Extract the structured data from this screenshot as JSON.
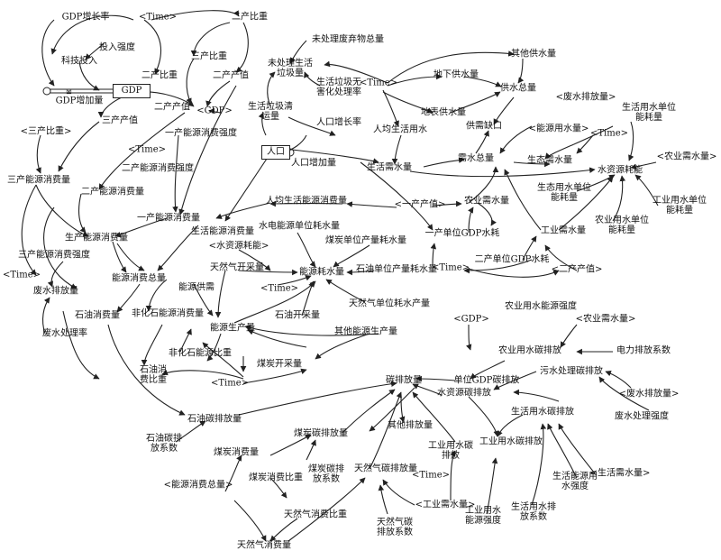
{
  "stocks": {
    "gdp": "GDP",
    "population": "人口"
  },
  "nodes": {
    "gdp_growth_rate": "GDP增长率",
    "time": "<Time>",
    "secondary_share": "二产比重",
    "tech_invest_intensity": "投入强度",
    "tech_invest": "科技投入",
    "gdp_increase": "GDP增加量",
    "secondary_share2": "二产比重",
    "tertiary_share": "三产比重",
    "secondary_value": "二产产值",
    "secondary_output": "二产产值",
    "gdp_ref": "<GDP>",
    "tertiary_value": "三产产值",
    "tertiary_share_ref": "<三产比重>",
    "primary_energy_intensity": "一产能源消费强度",
    "secondary_energy_intensity": "二产能源消费强度",
    "tertiary_energy": "三产能源消费量",
    "secondary_energy": "二产能源消费量",
    "primary_energy": "一产能源消费量",
    "production_energy": "生产能源消费量",
    "tertiary_energy_intensity": "三产能源消费强度",
    "time2": "<Time>",
    "wastewater_discharge": "废水排放量",
    "wastewater_treatment": "废水处理率",
    "unprocessed_waste": "未处理废弃物总量",
    "unprocessed_waste_gen": "未处理生活垃圾量",
    "harmless_rate": "生活垃圾无害化处理率",
    "waste_production": "生活垃圾清运量",
    "population_growth": "人口增长率",
    "population_increase": "人口增加量",
    "time_mid": "<Time>",
    "other_water_supply": "其他供水量",
    "underground_water": "地下供水量",
    "water_supply_total": "供水总量",
    "surface_water": "地表供水量",
    "per_capita_water": "人均生活用水",
    "water_gap": "供需缺口",
    "wastewater_ref": "<废水排放量>",
    "domestic_water_intensity": "生活用水单位能耗量",
    "energy_water_ref": "<能源用水量>",
    "time3": "<Time>",
    "domestic_water": "生活需水量",
    "total_water_demand": "需水总量",
    "ecological_water": "生态需水量",
    "agri_water_ref": "<农业需水量>",
    "water_energy_consumption": "水资源耗能",
    "industrial_water_intensity": "工业用水单位能耗量",
    "primary_value_ref": "<一产产值>",
    "agri_water_demand": "农业需水量",
    "ecological_water_intensity": "生态用水单位能耗量",
    "agri_water_energy_intensity": "农业用水单位能耗量",
    "primary_gdp_water": "一产单位GDP水耗",
    "industrial_water": "工业需水量",
    "secondary_gdp_water": "二产单位GDP水耗",
    "secondary_value_ref": "<二产产值>",
    "per_capita_energy": "人均生活能源消费量",
    "domestic_energy": "生活能源消费量",
    "hydro_energy_intensity": "水电能源单位耗水量",
    "water_resource_ref": "<水资源耗能>",
    "coal_water_intensity": "煤炭单位产量耗水量",
    "gas_production": "天然气开采量",
    "energy_water_use": "能源耗水量",
    "energy_supply": "能源供需",
    "total_energy": "能源消费总量",
    "time4": "<Time>",
    "oil_water_intensity": "石油单位产量耗水量",
    "oil_production": "石油开采量",
    "time5": "<Time>",
    "nonfossil_energy": "非化石能源消费量",
    "gas_water_intensity": "天然气单位耗水产量",
    "oil_consumption": "石油消费量",
    "energy_production": "能源生产量",
    "other_energy": "其他能源生产量",
    "nonfossil_share": "非化石能源比重",
    "coal_production": "煤炭开采量",
    "oil_share": "石油消费比重",
    "time6": "<Time>",
    "gdp_ref2": "<GDP>",
    "agri_energy_intensity": "农业用水能源强度",
    "agri_water_ref2": "<农业需水量>",
    "agri_water_carbon": "农业用水碳排放",
    "electricity_coef": "电力排放系数",
    "gdp_carbon": "单位GDP碳排放",
    "sewage_carbon": "污水处理碳排放",
    "water_carbon": "水资源碳排放",
    "carbon_total": "碳排放量",
    "wastewater_ref2": "<废水排放量>",
    "wastewater_intensity": "废水处理强度",
    "domestic_water_carbon": "生活用水碳排放",
    "oil_carbon": "石油碳排放量",
    "other_carbon": "其他排放量",
    "oil_carbon_coef": "石油碳排放系数",
    "coal_consumption": "煤炭消费量",
    "coal_carbon": "煤炭碳排放量",
    "industrial_water_carbon2": "工业用水碳排放",
    "industrial_water_carbon": "工业用水碳排放",
    "coal_carbon_coef": "煤炭碳排放系数",
    "coal_share": "煤炭消费比重",
    "gas_carbon": "天然气碳排放量",
    "time7": "<Time>",
    "domestic_energy_intensity": "生活能源用水强度",
    "domestic_water_ref": "<生活需水量>",
    "total_energy_ref": "<能源消费总量>",
    "gas_share": "天然气消费比重",
    "industrial_water_ref": "<工业需水量>",
    "industrial_energy_intensity": "工业用水能源强度",
    "domestic_water_coef": "生活用水排放系数",
    "gas_carbon_coef": "天然气碳排放系数",
    "gas_consumption": "天然气消费量"
  }
}
